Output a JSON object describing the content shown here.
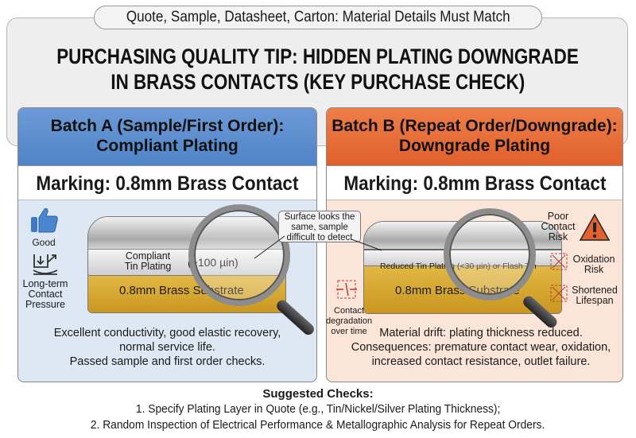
{
  "banner": "Quote, Sample, Datasheet, Carton: Material Details Must Match",
  "title": [
    "PURCHASING QUALITY TIP: HIDDEN PLATING DOWNGRADE",
    "IN BRASS CONTACTS  (KEY PURCHASE CHECK)"
  ],
  "colors": {
    "batch_a": "#5b8fcf",
    "batch_b": "#e8703a",
    "brass": "#d4a62e",
    "warning": "#e2622f"
  },
  "batch_a": {
    "header": [
      "Batch A (Sample/First Order):",
      "Compliant Plating"
    ],
    "marking": "Marking: 0.8mm Brass Contact",
    "icons": [
      {
        "icon": "thumbs-up-icon",
        "label": "Good"
      },
      {
        "icon": "pressure-icon",
        "label": "Long-term Contact Pressure"
      }
    ],
    "plating_label": "Compliant Tin Plating",
    "plating_thickness": "(~100 µin)",
    "substrate": "0.8mm Brass Substrate",
    "description": [
      "Excellent conductivity, good elastic recovery,",
      "normal service life.",
      "Passed sample and first order checks."
    ]
  },
  "callout": "Surface looks the same, sample difficult to detect",
  "batch_b": {
    "header": [
      "Batch B (Repeat Order/Downgrade):",
      "Downgrade Plating"
    ],
    "marking": "Marking: 0.8mm Brass Contact",
    "plating_label": "Reduced Tin Plating (<30 µin) or Flash Tin",
    "substrate": "0.8mm Brass Substrate",
    "poor_contact": "Poor Contact Risk",
    "risks": [
      {
        "icon": "oxidation-icon",
        "label": "Oxidation Risk"
      },
      {
        "icon": "shortened-lifespan-icon",
        "label": "Shortened Lifespan"
      }
    ],
    "degradation": "Contact degradation over time",
    "description": [
      "Material drift: plating thickness reduced.",
      "Consequences: premature contact wear, oxidation,",
      "increased contact resistance, outlet failure."
    ]
  },
  "checks": {
    "heading": "Suggested Checks:",
    "items": [
      "1. Specify Plating Layer in Quote (e.g., Tin/Nickel/Silver Plating Thickness);",
      "2. Random Inspection of Electrical Performance & Metallographic Analysis for Repeat Orders."
    ]
  }
}
